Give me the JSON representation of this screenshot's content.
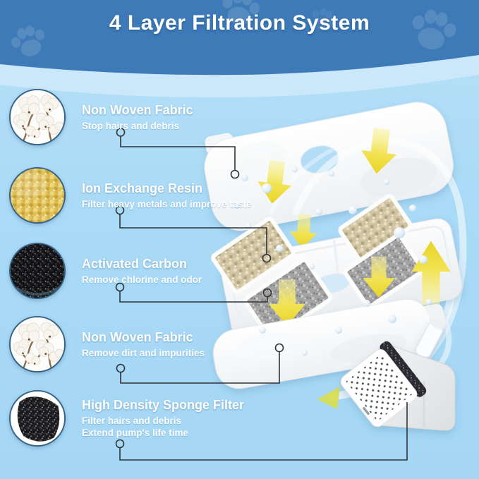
{
  "header": {
    "title": "4 Layer Filtration System"
  },
  "layers": [
    {
      "title": "Non Woven Fabric",
      "desc1": "Stop hairs and debris",
      "desc2": "",
      "texture": "#tex-cotton",
      "icon": "cotton-photo"
    },
    {
      "title": "Ion Exchange Resin",
      "desc1": "Filter heavy metals and improve taste",
      "desc2": "",
      "texture": "#tex-resin",
      "icon": "resin-beads-photo"
    },
    {
      "title": "Activated Carbon",
      "desc1": "Remove chlorine and odor",
      "desc2": "",
      "texture": "#tex-carbon",
      "icon": "carbon-granules-photo"
    },
    {
      "title": "Non Woven Fabric",
      "desc1": "Remove dirt and impurities",
      "desc2": "",
      "texture": "#tex-cotton",
      "icon": "cotton-photo"
    },
    {
      "title": "High Density Sponge Filter",
      "desc1": "Filter hairs and debris",
      "desc2": "Extend pump's life time",
      "texture": "#tex-sponge",
      "icon": "sponge-photo"
    }
  ],
  "colors": {
    "header_bg": "#3d7ab7",
    "band": "#cbe7fa",
    "bg_top": "#b7e0f8",
    "bg_mid": "#a9daf6",
    "bg_bottom": "#a5d7f5",
    "arrow_yellow": "#eedc35",
    "connector": "#2e3439",
    "resin_tan": "#cfc3a2",
    "carbon_gray": "#a3a3a3"
  }
}
